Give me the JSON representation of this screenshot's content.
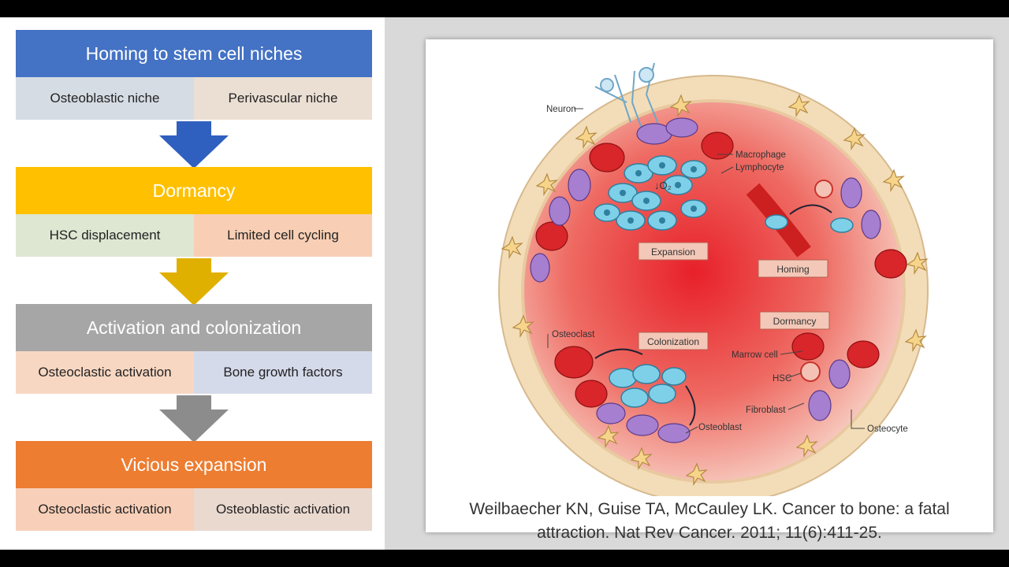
{
  "stages": [
    {
      "title": "Homing to stem cell niches",
      "items": [
        "Osteoblastic niche",
        "Perivascular niche"
      ],
      "colors": {
        "head": "#4472c4",
        "sub1": "#d6dce4",
        "sub2": "#ebdfd3"
      }
    },
    {
      "title": "Dormancy",
      "items": [
        "HSC displacement",
        "Limited cell cycling"
      ],
      "colors": {
        "head": "#ffc000",
        "sub1": "#dde7d2",
        "sub2": "#f8cfb4"
      }
    },
    {
      "title": "Activation and colonization",
      "items": [
        "Osteoclastic activation",
        "Bone growth factors"
      ],
      "colors": {
        "head": "#a6a6a6",
        "sub1": "#f8d7c2",
        "sub2": "#d5daea"
      }
    },
    {
      "title": "Vicious expansion",
      "items": [
        "Osteoclastic activation",
        "Osteoblastic activation"
      ],
      "colors": {
        "head": "#ed7d31",
        "sub1": "#f8cfb8",
        "sub2": "#ead9cf"
      }
    }
  ],
  "arrows": [
    {
      "color": "#2f5fbf"
    },
    {
      "color": "#e0b000"
    },
    {
      "color": "#8c8c8c"
    }
  ],
  "figure": {
    "labels": {
      "neuron": "Neuron",
      "macrophage": "Macrophage",
      "lymphocyte": "Lymphocyte",
      "o2": "↓O₂",
      "expansion": "Expansion",
      "homing": "Homing",
      "dormancy": "Dormancy",
      "osteoclast": "Osteoclast",
      "colonization": "Colonization",
      "marrow": "Marrow cell",
      "hsc": "HSC",
      "fibroblast": "Fibroblast",
      "osteoblast": "Osteoblast",
      "osteocyte": "Osteocyte"
    }
  },
  "citation": {
    "line1": "Weilbaecher KN, Guise TA, McCauley LK. Cancer to bone: a fatal",
    "line2": "attraction. Nat Rev Cancer. 2011; 11(6):411-25."
  }
}
